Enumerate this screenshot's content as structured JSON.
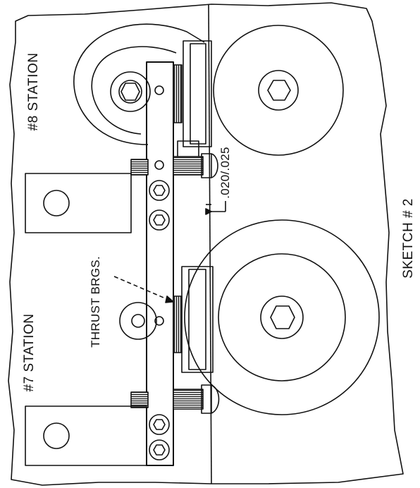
{
  "labels": {
    "station_8": "#8 STATION",
    "station_7": "#7 STATION",
    "thrust": "THRUST BRGS.",
    "gap": ".020/.025",
    "sketch": "SKETCH # 2"
  },
  "colors": {
    "line": "#111111",
    "paper": "#ffffff",
    "hatch": "#222222"
  }
}
